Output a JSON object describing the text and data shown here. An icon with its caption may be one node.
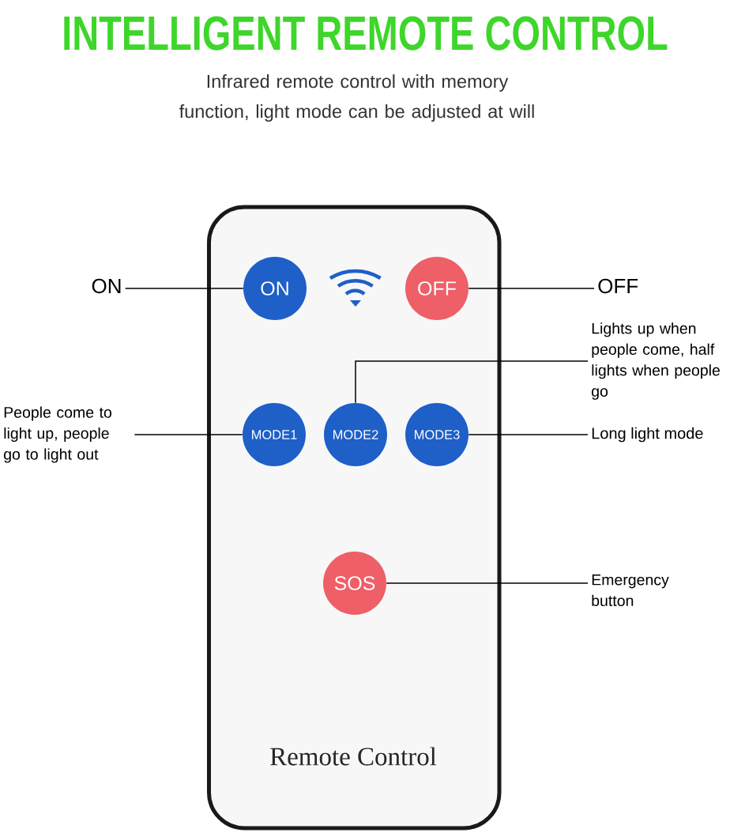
{
  "diagram": {
    "title": "INTELLIGENT REMOTE CONTROL",
    "caption": "Infrared remote control with memory function, light mode can be adjusted at will",
    "nodes": [
      {
        "text": [
          "Remote Control"
        ]
      },
      {
        "text": [
          "ON"
        ]
      },
      {
        "text": [
          "ON"
        ],
        "in": 0
      },
      {
        "text": [
          "OFF"
        ],
        "in": 0
      },
      {
        "text": [
          "OFF"
        ]
      },
      {
        "text": [
          "Lights up when people come, half lights when people go"
        ]
      },
      {
        "text": [
          "People come to light up, people go to light out"
        ]
      },
      {
        "text": [
          "MODE1"
        ],
        "in": 0
      },
      {
        "text": [
          "MODE2"
        ],
        "in": 0
      },
      {
        "text": [
          "MODE3"
        ],
        "in": 0
      },
      {
        "text": [
          "Long light mode"
        ]
      },
      {
        "text": [
          "SOS"
        ],
        "in": 0
      },
      {
        "text": [
          "Emergency button"
        ]
      }
    ],
    "edges": [
      {
        "from": 1,
        "to": 2,
        "arrow": "none"
      },
      {
        "from": 4,
        "to": 3,
        "arrow": "none"
      },
      {
        "from": 5,
        "to": 8,
        "arrow": "none"
      },
      {
        "from": 6,
        "to": 7,
        "arrow": "none"
      },
      {
        "from": 10,
        "to": 9,
        "arrow": "none"
      },
      {
        "from": 12,
        "to": 11,
        "arrow": "none"
      }
    ]
  }
}
